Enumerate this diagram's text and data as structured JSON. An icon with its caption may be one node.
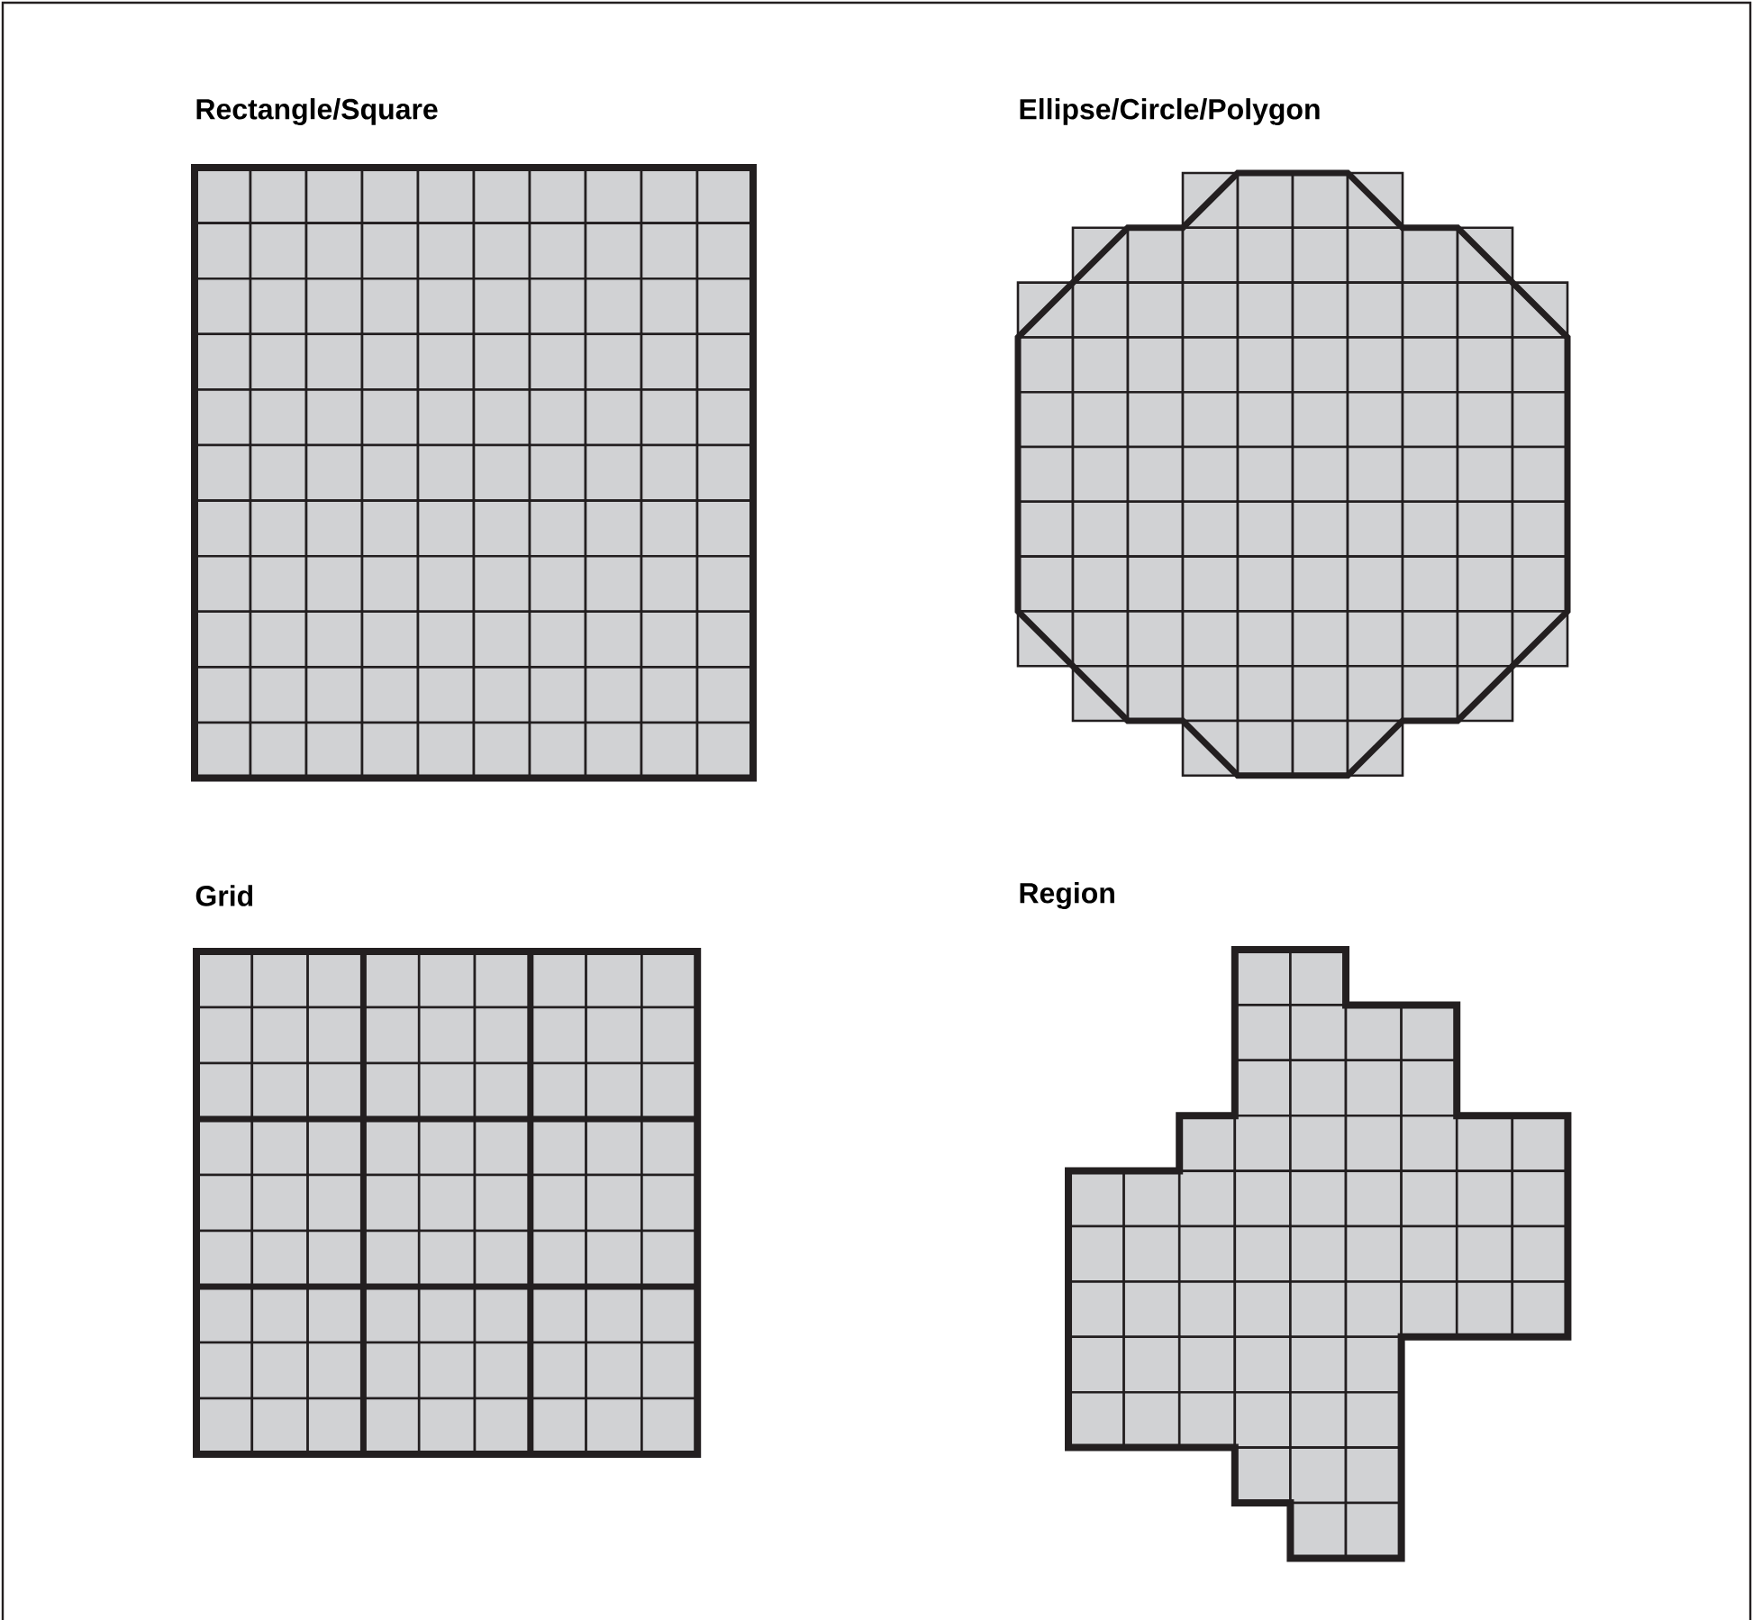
{
  "diagram": {
    "labels": [
      "Rectangle/Square",
      "Ellipse/Circle/Polygon",
      "Grid",
      "Region"
    ]
  }
}
